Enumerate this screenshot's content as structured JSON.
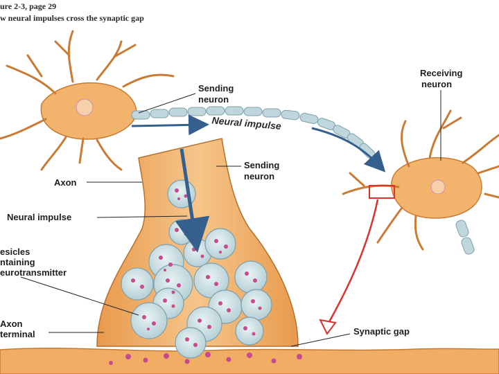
{
  "caption": {
    "line1": "ure 2-3, page 29",
    "line2": "w neural impulses cross the synaptic gap"
  },
  "labels": {
    "sending_neuron_top": [
      "Sending",
      "neuron"
    ],
    "receiving_neuron": [
      "Receiving",
      "neuron"
    ],
    "neural_impulse_curved": "Neural impulse",
    "sending_neuron_mid": [
      "Sending",
      "neuron"
    ],
    "axon": "Axon",
    "neural_impulse": "Neural impulse",
    "vesicles": [
      "esicles",
      "ntaining",
      "eurotransmitter"
    ],
    "axon_terminal": [
      "Axon",
      "terminal"
    ],
    "synaptic_gap": "Synaptic gap"
  },
  "colors": {
    "neuron": "#f2b36c",
    "neuron_edge": "#c97a33",
    "axon_segment": "#bfd6dc",
    "vesicle": "#cfe1e5",
    "neurotransmitter": "#c64a8e",
    "impulse_arrow": "#355f8c",
    "zoom_box": "#d9322a"
  }
}
